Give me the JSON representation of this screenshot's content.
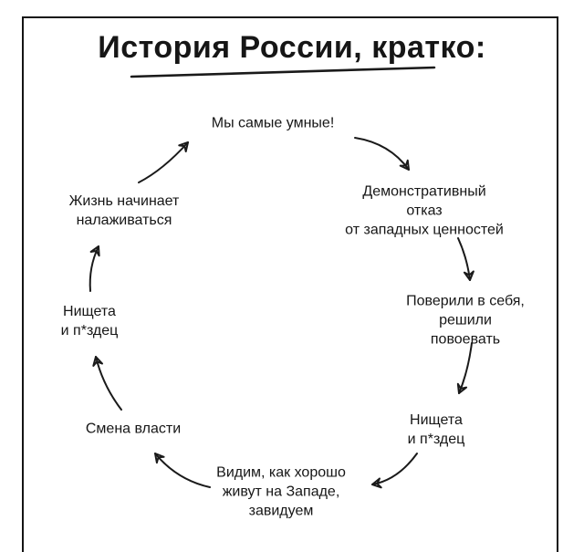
{
  "page": {
    "title": "История России, кратко:"
  },
  "diagram": {
    "type": "cycle",
    "direction": "clockwise",
    "colors": {
      "ink": "#1a1a1a",
      "background": "#ffffff"
    },
    "nodes": [
      {
        "id": "we-are-smartest",
        "label": "Мы самые умные!"
      },
      {
        "id": "refusal-western-values",
        "label": "Демонстративный отказ\nот западных ценностей"
      },
      {
        "id": "believed-went-to-war",
        "label": "Поверили в себя,\nрешили повоевать"
      },
      {
        "id": "poverty-right",
        "label": "Нищета\nи п*здец"
      },
      {
        "id": "envy-the-west",
        "label": "Видим, как хорошо\nживут на Западе,\nзавидуем"
      },
      {
        "id": "regime-change",
        "label": "Смена власти"
      },
      {
        "id": "poverty-left",
        "label": "Нищета\nи п*здец"
      },
      {
        "id": "life-improving",
        "label": "Жизнь начинает\nналаживаться"
      }
    ],
    "edges": [
      {
        "from": "we-are-smartest",
        "to": "refusal-western-values"
      },
      {
        "from": "refusal-western-values",
        "to": "believed-went-to-war"
      },
      {
        "from": "believed-went-to-war",
        "to": "poverty-right"
      },
      {
        "from": "poverty-right",
        "to": "envy-the-west"
      },
      {
        "from": "envy-the-west",
        "to": "regime-change"
      },
      {
        "from": "regime-change",
        "to": "poverty-left"
      },
      {
        "from": "poverty-left",
        "to": "life-improving"
      },
      {
        "from": "life-improving",
        "to": "we-are-smartest"
      }
    ]
  }
}
